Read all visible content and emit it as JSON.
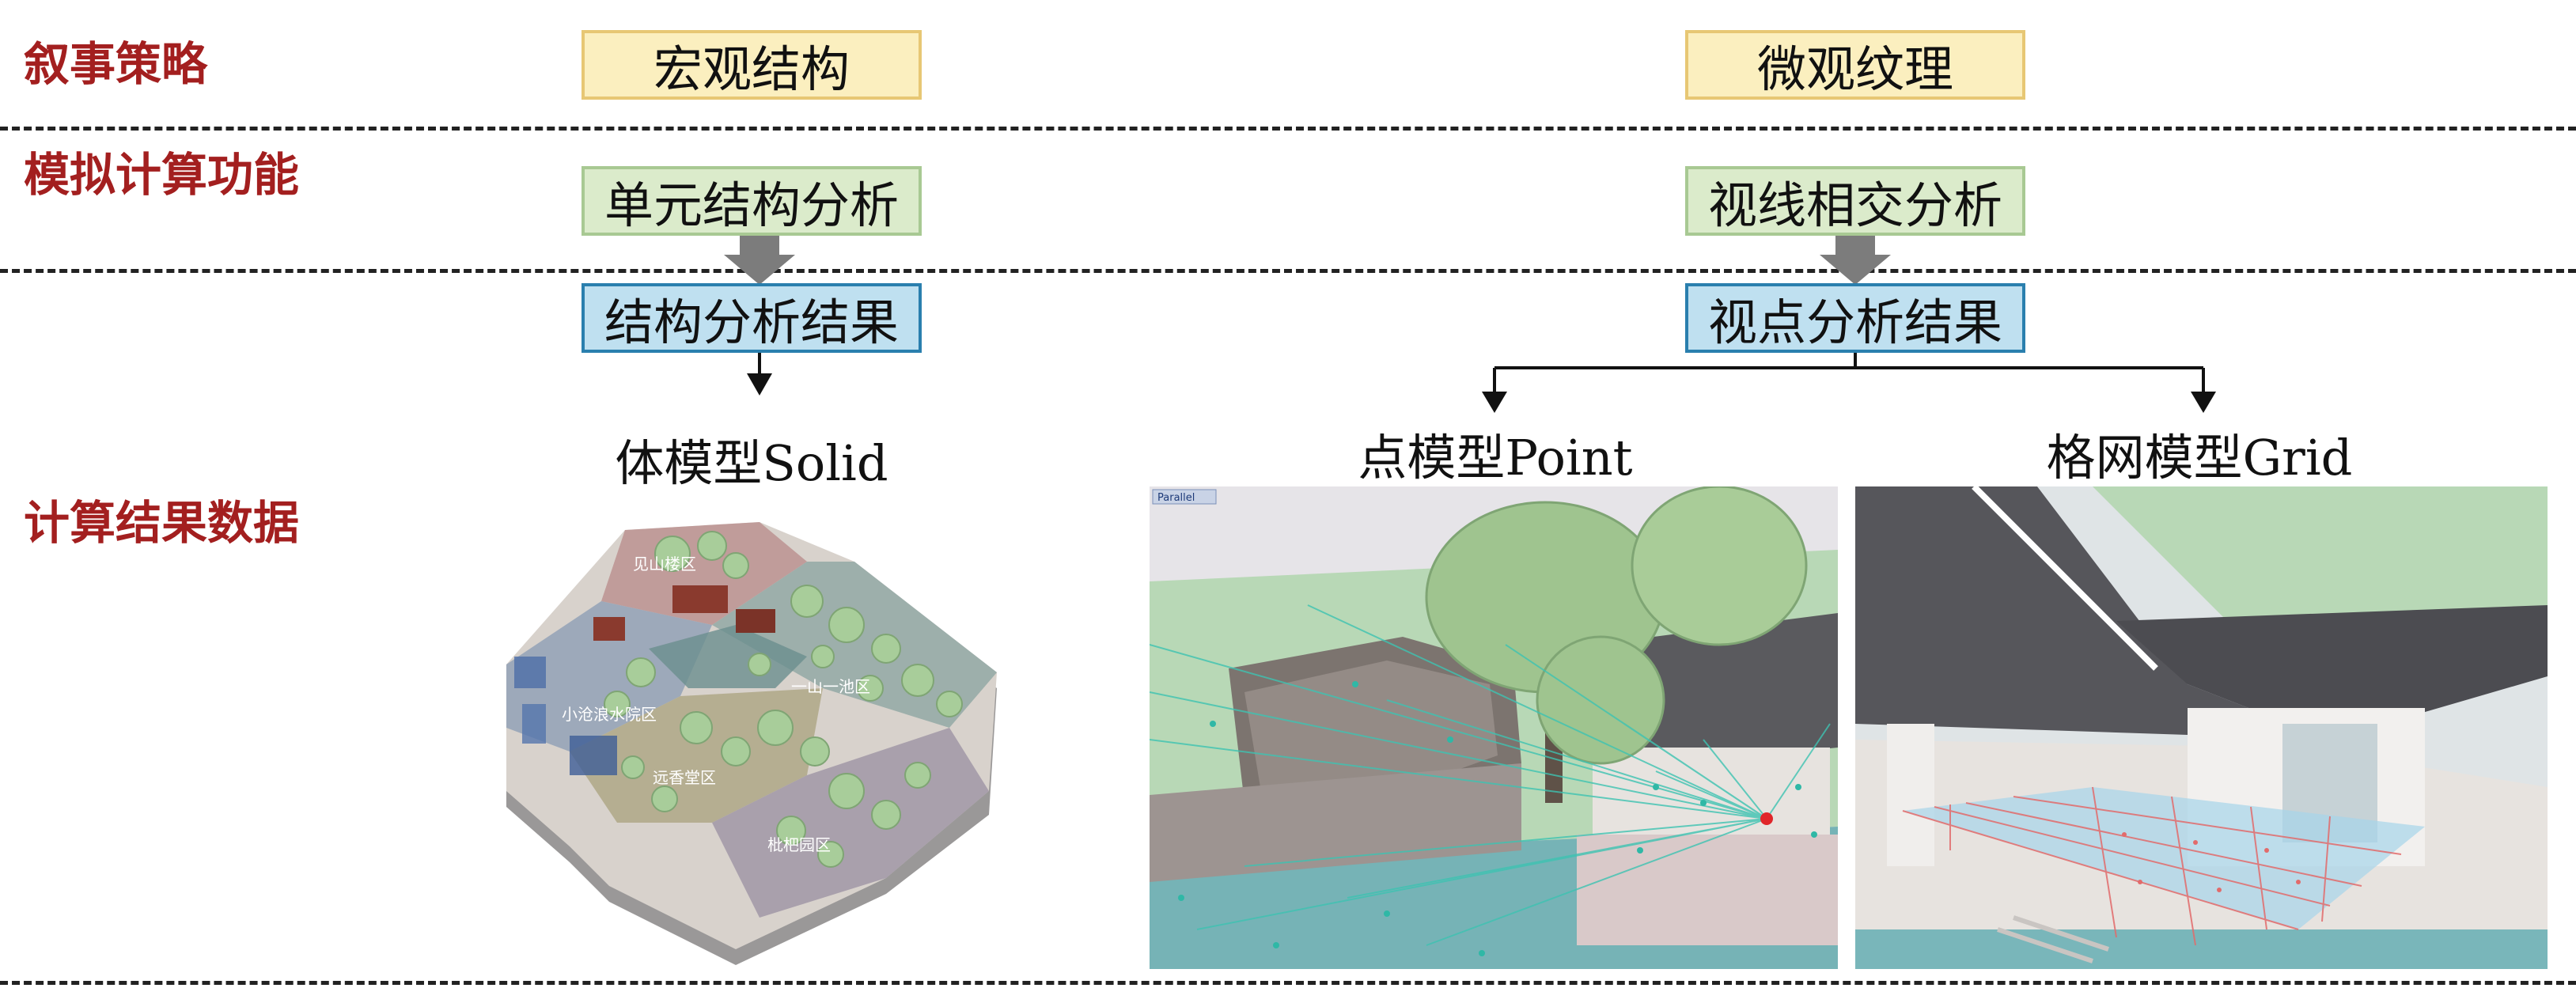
{
  "row_labels": {
    "narrative": "叙事策略",
    "simulation": "模拟计算功能",
    "results": "计算结果数据"
  },
  "left": {
    "strategy": "宏观结构",
    "function": "单元结构分析",
    "result": "结构分析结果",
    "model_caption": "体模型Solid",
    "zones": {
      "jianshan": "见山楼区",
      "yishan": "一山一池区",
      "xiaocanglang": "小沧浪水院区",
      "yuanxiang": "远香堂区",
      "pipa": "枇杷园区"
    }
  },
  "right": {
    "strategy": "微观纹理",
    "function": "视线相交分析",
    "result": "视点分析结果",
    "point_caption": "点模型Point",
    "grid_caption": "格网模型Grid",
    "viewport_label": "Parallel"
  }
}
